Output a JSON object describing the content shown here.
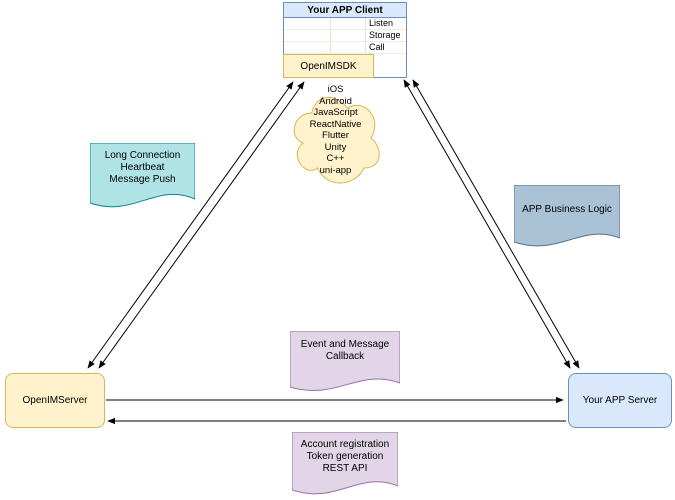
{
  "client": {
    "title": "Your APP Client",
    "rows": [
      "Listen",
      "Storage",
      "Call"
    ],
    "sdk": "OpenIMSDK"
  },
  "cloud": {
    "platforms": [
      "iOS",
      "Android",
      "JavaScript",
      "ReactNative",
      "Flutter",
      "Unity",
      "C++",
      "uni-app"
    ]
  },
  "notes": {
    "long_connection": [
      "Long Connection",
      "Heartbeat",
      "Message Push"
    ],
    "business_logic": [
      "APP Business Logic"
    ],
    "event_callback": [
      "Event and Message",
      "Callback"
    ],
    "rest_api": [
      "Account registration",
      "Token generation",
      "REST API"
    ]
  },
  "nodes": {
    "openim_server": "OpenIMServer",
    "app_server": "Your APP Server"
  },
  "colors": {
    "client_header_fill": "#dae8fc",
    "client_border": "#6c8ebf",
    "sdk_fill": "#fff2cc",
    "sdk_border": "#d6b656",
    "cloud_fill": "#fff2cc",
    "cloud_border": "#d6b656",
    "note_teal_fill": "#b0e3e6",
    "note_teal_border": "#0e8088",
    "note_gray_fill": "#a9c2d6",
    "note_gray_border": "#56718a",
    "note_purple_fill": "#e1d5e7",
    "note_purple_border": "#9673a6",
    "server_yellow_fill": "#fff2cc",
    "server_yellow_border": "#d6b656",
    "server_blue_fill": "#dae8fc",
    "server_blue_border": "#6c8ebf",
    "arrow": "#000000"
  }
}
